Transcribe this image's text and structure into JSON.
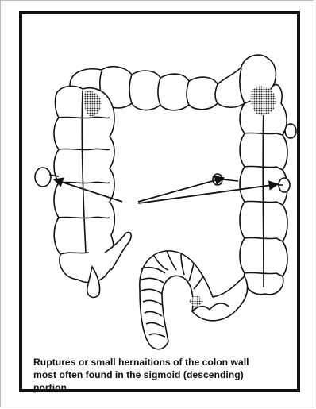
{
  "caption": {
    "lines": [
      "Ruptures or small hernaitions of the colon wall",
      "most often found in the sigmoid (descending)",
      "portion."
    ]
  },
  "colors": {
    "ink": "#111111",
    "paper": "#ffffff",
    "shade": "#2a2a2a"
  }
}
